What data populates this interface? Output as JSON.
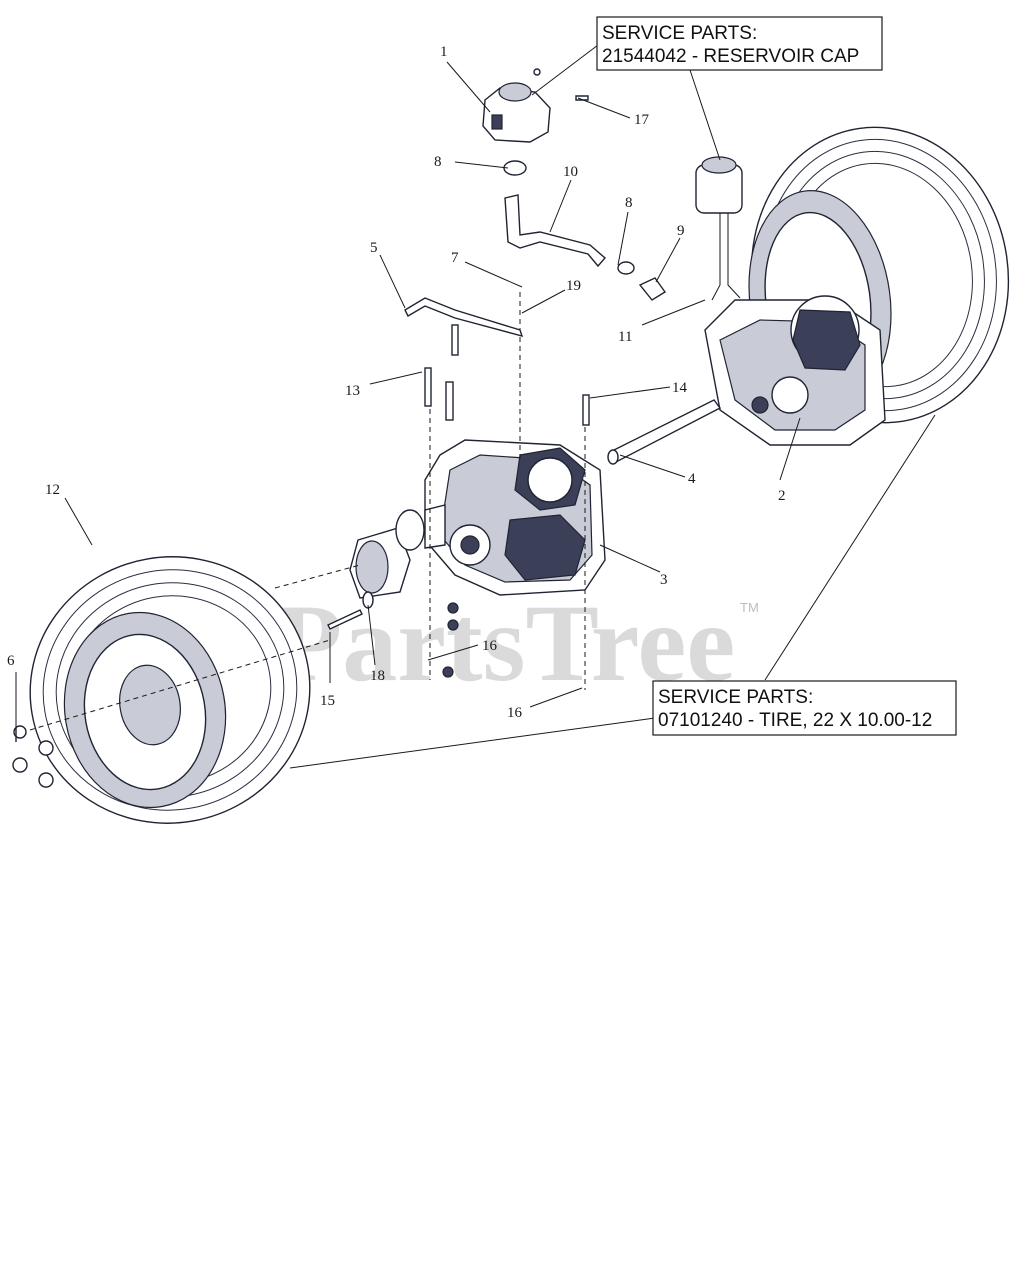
{
  "service_boxes": {
    "reservoir": {
      "line1": "SERVICE PARTS:",
      "line2": "21544042 - RESERVOIR CAP"
    },
    "tire": {
      "line1": "SERVICE PARTS:",
      "line2": "07101240 - TIRE, 22 X 10.00-12"
    }
  },
  "watermark": {
    "text": "PartsTree",
    "tm": "TM"
  },
  "callouts": {
    "c1": "1",
    "c2": "2",
    "c3": "3",
    "c4": "4",
    "c5": "5",
    "c6": "6",
    "c7": "7",
    "c8a": "8",
    "c8b": "8",
    "c9": "9",
    "c10": "10",
    "c11": "11",
    "c12": "12",
    "c13": "13",
    "c14": "14",
    "c15": "15",
    "c16a": "16",
    "c16b": "16",
    "c17": "17",
    "c18": "18",
    "c19": "19"
  },
  "colors": {
    "line": "#1a1a1a",
    "part_stroke": "#1f2433",
    "watermark": "#bdbdbd"
  }
}
